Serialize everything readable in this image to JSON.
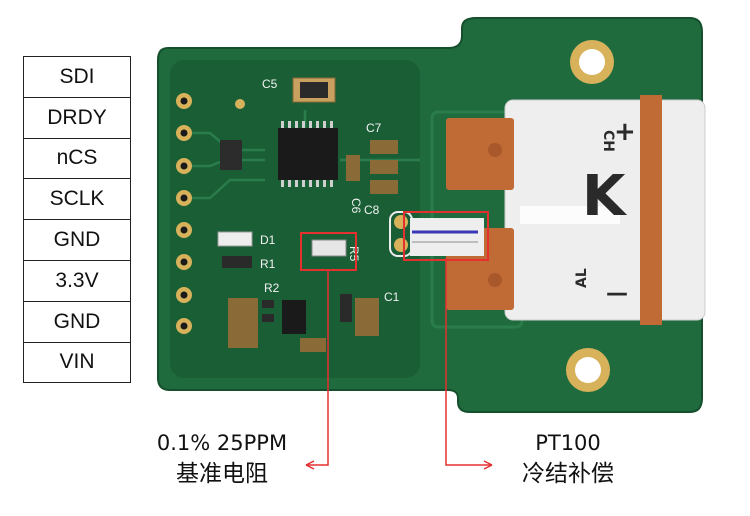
{
  "pin_labels": [
    "SDI",
    "DRDY",
    "nCS",
    "SCLK",
    "GND",
    "3.3V",
    "GND",
    "VIN"
  ],
  "silkscreen": {
    "c5": "C5",
    "c7": "C7",
    "c6": "C6",
    "c8": "C8",
    "d1": "D1",
    "r1": "R1",
    "r5": "R5",
    "r2": "R2",
    "c1": "C1"
  },
  "connector_marks": {
    "ch": "CH",
    "plus": "+",
    "k": "K",
    "al": "AL",
    "minus": "—"
  },
  "callouts": {
    "left": {
      "line1": "0.1% 25PPM",
      "line2": "基准电阻"
    },
    "right": {
      "line1": "PT100",
      "line2": "冷结补偿"
    }
  },
  "colors": {
    "pcb": "#1f6b3e",
    "pcb_dark": "#174f2e",
    "gold": "#d8b25a",
    "copper": "#c06a35",
    "connector": "#eeeeee",
    "highlight": "#e53030"
  }
}
